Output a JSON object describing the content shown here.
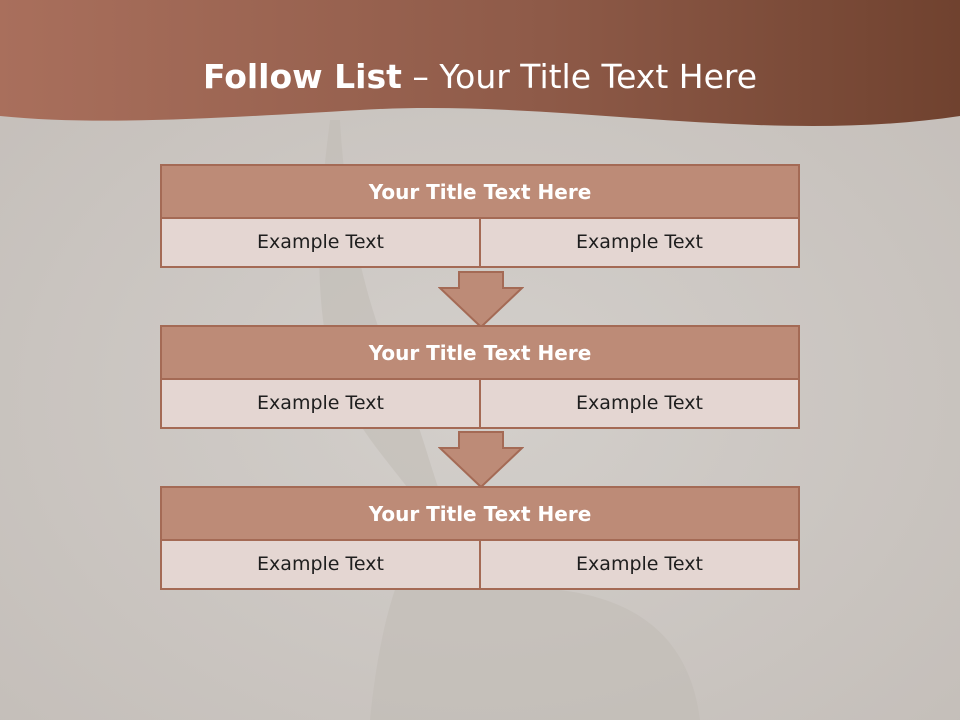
{
  "title": {
    "bold": "Follow List",
    "rest": " – Your Title Text Here"
  },
  "blocks": [
    {
      "heading": "Your Title Text Here",
      "cells": [
        "Example Text",
        "Example Text"
      ]
    },
    {
      "heading": "Your Title Text Here",
      "cells": [
        "Example Text",
        "Example Text"
      ]
    },
    {
      "heading": "Your Title Text Here",
      "cells": [
        "Example Text",
        "Example Text"
      ]
    }
  ],
  "colors": {
    "header_band": "#8b5542",
    "heading_fill": "#bd8b77",
    "row_fill": "#e4d6d2",
    "border": "#a46a55",
    "background": "#cdc8c4"
  }
}
